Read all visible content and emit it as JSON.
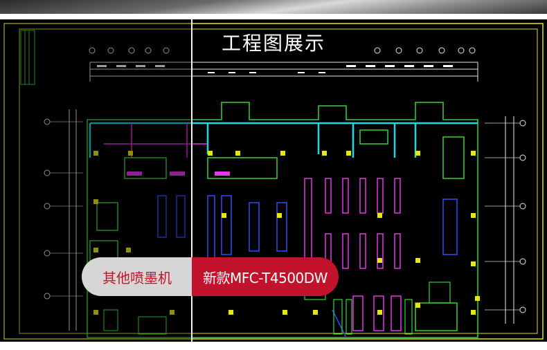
{
  "title": "工程图展示",
  "compare": {
    "left_label": "其他喷墨机",
    "right_label": "新款MFC-T4500DW"
  },
  "colors": {
    "accent_red": "#c3122c",
    "left_label_text": "#c0132b",
    "left_pill_bg": "#d6d6d6",
    "cad_background": "#000000"
  }
}
